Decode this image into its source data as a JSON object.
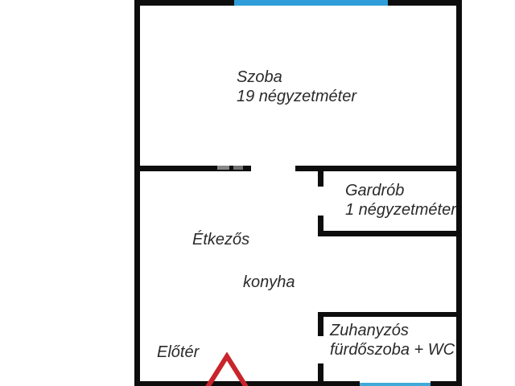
{
  "plan": {
    "title": "apartment-floor-plan",
    "rooms": {
      "szoba": {
        "name": "Szoba",
        "area": "19 négyzetméter"
      },
      "gardrob": {
        "name": "Gardrób",
        "area": "1 négyzetméter"
      },
      "etkezo": {
        "name": "Étkezős"
      },
      "konyha": {
        "name": "konyha"
      },
      "furdoszoba": {
        "name_line1": "Zuhanyzós",
        "name_line2": "fürdőszoba + WC"
      },
      "eloter": {
        "name": "Előtér"
      }
    },
    "colors": {
      "wall": "#0d0d0d",
      "window_top": "#2f9dd8",
      "window_bottom": "#3faad8",
      "entrance_arrow": "#c9242b",
      "text": "#2a2a2a",
      "background": "#ffffff"
    },
    "icons": {
      "entrance_arrow": "entrance-arrow-icon",
      "window_top": "window-top",
      "window_bottom": "window-bottom"
    }
  }
}
